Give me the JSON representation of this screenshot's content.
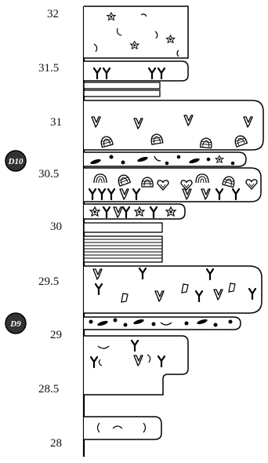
{
  "depth_axis": {
    "ticks": [
      "32",
      "31.5",
      "31",
      "30.5",
      "30",
      "29.5",
      "29",
      "28.5",
      "28"
    ]
  },
  "markers": [
    {
      "label": "D10",
      "at_depth": 30.65
    },
    {
      "label": "D9",
      "at_depth": 29.15
    }
  ],
  "units": [
    {
      "name": "rooted-bed-with-flowers-and-shell-fragments",
      "top": 32.05,
      "bottom": 31.6
    },
    {
      "name": "rooted-bed-upper",
      "top": 31.6,
      "bottom": 31.4
    },
    {
      "name": "thin-beds-upper",
      "top": 31.4,
      "bottom": 31.25
    },
    {
      "name": "rooted-bed-with-shells",
      "top": 31.25,
      "bottom": 30.75
    },
    {
      "name": "conglomerate-upper",
      "top": 30.75,
      "bottom": 30.6
    },
    {
      "name": "shell-bed-with-roots",
      "top": 30.6,
      "bottom": 30.3
    },
    {
      "name": "flower-and-root-bed",
      "top": 30.3,
      "bottom": 30.15
    },
    {
      "name": "blank-bed",
      "top": 30.15,
      "bottom": 30.05
    },
    {
      "name": "laminated-bed",
      "top": 30.05,
      "bottom": 29.8
    },
    {
      "name": "rooted-bed-lower",
      "top": 29.8,
      "bottom": 29.1
    },
    {
      "name": "conglomerate-lower",
      "top": 29.1,
      "bottom": 28.95
    },
    {
      "name": "rooted-bed-stepped",
      "top": 28.95,
      "bottom": 28.3
    },
    {
      "name": "bed-with-shell-fragments-lower",
      "top": 28.25,
      "bottom": 27.95
    }
  ]
}
